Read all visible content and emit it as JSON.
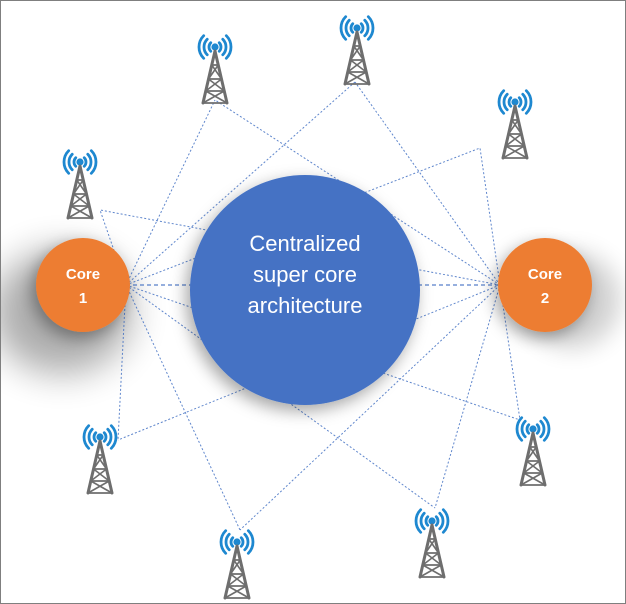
{
  "center": {
    "label_lines": [
      "Centralized",
      "super core",
      "architecture"
    ]
  },
  "cores": [
    {
      "label_lines": [
        "Core",
        "1"
      ]
    },
    {
      "label_lines": [
        "Core",
        "2"
      ]
    }
  ],
  "tower_icon": "cell-tower-icon",
  "colors": {
    "center": "#4472C4",
    "core": "#ED7D31",
    "link": "#4472C4",
    "wave": "#1E88D0",
    "tower": "#6E6E6E"
  }
}
